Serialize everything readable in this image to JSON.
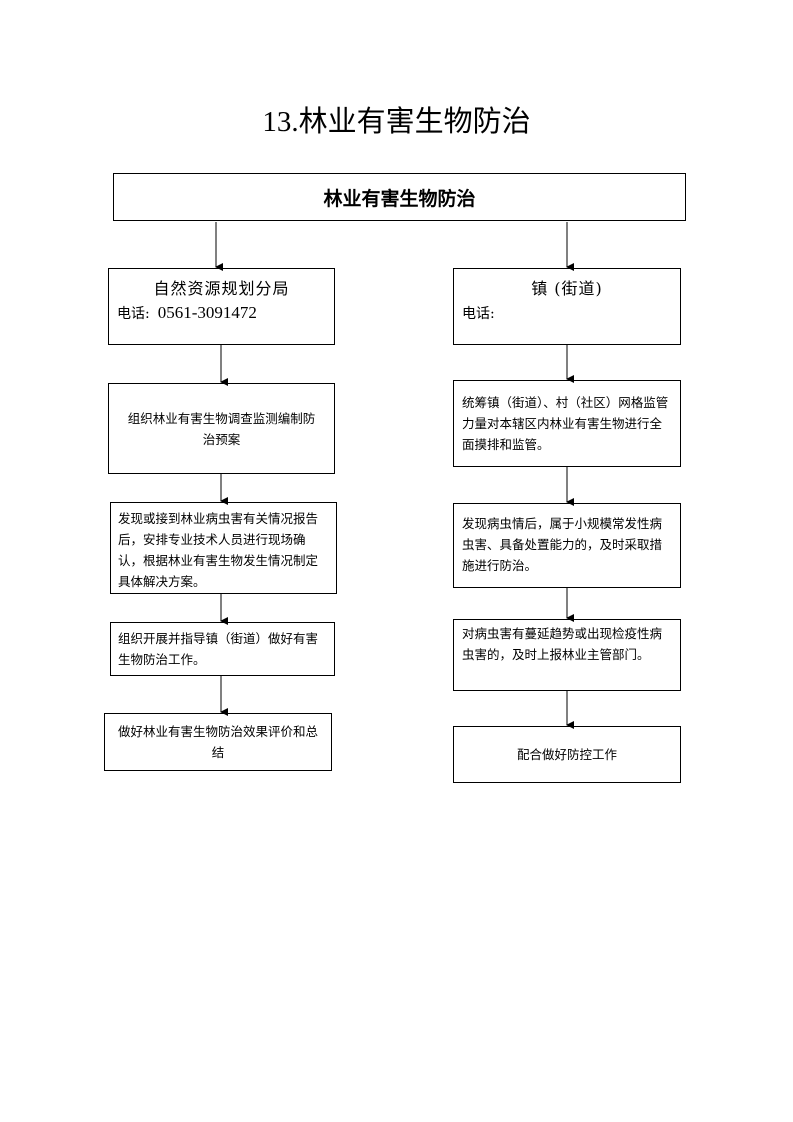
{
  "page_title": "13.林业有害生物防治",
  "header": "林业有害生物防治",
  "left": {
    "dept_name": "自然资源规划分局",
    "phone_label": "电话:",
    "phone_number": "0561-3091472",
    "steps": [
      "组织林业有害生物调查监测编制防治预案",
      "发现或接到林业病虫害有关情况报告后，安排专业技术人员进行现场确认，根据林业有害生物发生情况制定具体解决方案。",
      "组织开展并指导镇（街道）做好有害生物防治工作。",
      "做好林业有害生物防治效果评价和总结"
    ]
  },
  "right": {
    "dept_name": "镇 (街道)",
    "phone_label": "电话:",
    "steps": [
      "统筹镇（街道）、村（社区）网格监管力量对本辖区内林业有害生物进行全面摸排和监管。",
      "发现病虫情后，属于小规模常发性病虫害、具备处置能力的，及时采取措施进行防治。",
      "对病虫害有蔓延趋势或出现检疫性病虫害的，及时上报林业主管部门。",
      "配合做好防控工作"
    ]
  }
}
